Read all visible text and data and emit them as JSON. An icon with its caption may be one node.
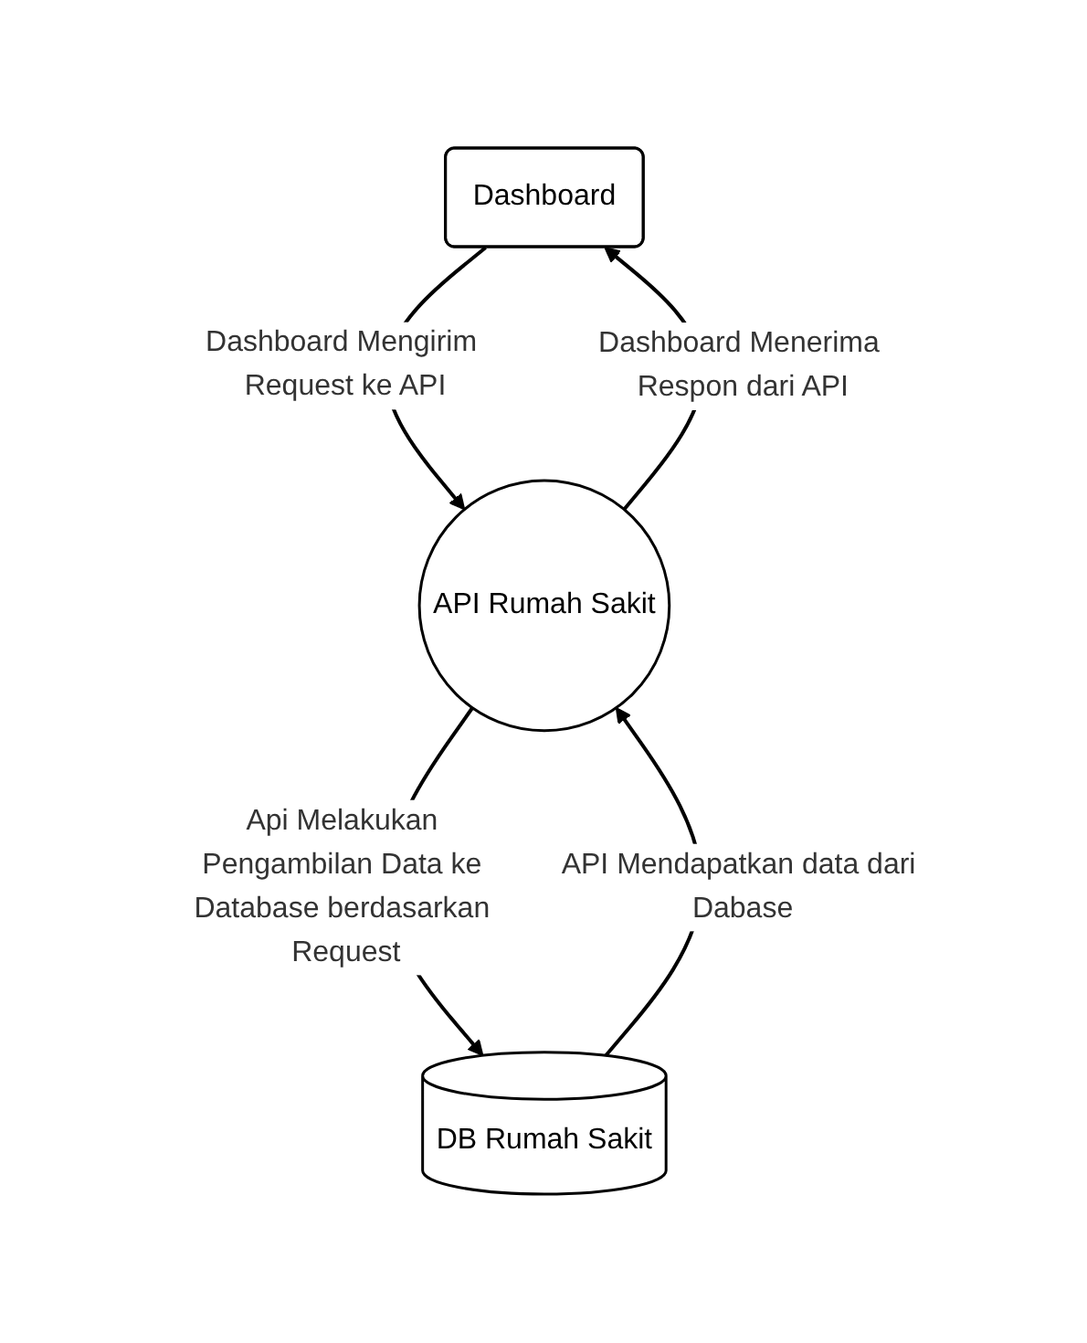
{
  "diagram": {
    "nodes": [
      {
        "text": [
          "Dashboard"
        ]
      },
      {
        "text": [
          "API Rumah Sakit"
        ]
      },
      {
        "text": [
          "DB Rumah Sakit"
        ]
      }
    ],
    "edges": [
      {
        "from": 1,
        "to": 0,
        "arrow": "to",
        "label": "Dashboard Menerima Respon dari API"
      },
      {
        "from": 0,
        "to": 1,
        "arrow": "to",
        "label": "Dashboard Mengirim Request ke API"
      },
      {
        "from": 2,
        "to": 1,
        "arrow": "to",
        "label": "API Mendapatkan data dari Dabase"
      },
      {
        "from": 1,
        "to": 2,
        "arrow": "to",
        "label": "Api Melakukan Pengambilan Data ke Database berdasarkan Request"
      }
    ]
  }
}
